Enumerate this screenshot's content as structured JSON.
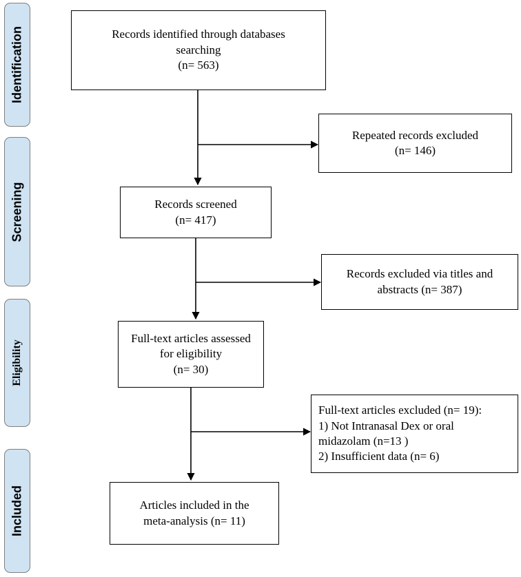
{
  "stages": {
    "identification": "Identification",
    "screening": "Screening",
    "eligibility": "Eligibility",
    "included": "Included"
  },
  "boxes": {
    "identified": {
      "line1": "Records identified through databases",
      "line2": "searching",
      "line3": "(n= 563)"
    },
    "repeated_excluded": {
      "line1": "Repeated records excluded",
      "line2": "(n= 146)"
    },
    "screened": {
      "line1": "Records screened",
      "line2": "(n= 417)"
    },
    "titles_abstracts_excluded": {
      "line1": "Records excluded via titles and",
      "line2": "abstracts (n= 387)"
    },
    "fulltext_assessed": {
      "line1": "Full-text articles assessed",
      "line2": "for eligibility",
      "line3": "(n= 30)"
    },
    "fulltext_excluded": {
      "line1": "Full-text articles excluded (n= 19):",
      "line2": "1) Not Intranasal Dex or oral",
      "line3": "midazolam (n=13 )",
      "line4": "2) Insufficient data (n= 6)"
    },
    "included": {
      "line1": "Articles included in the",
      "line2": "meta-analysis (n= 11)"
    }
  }
}
